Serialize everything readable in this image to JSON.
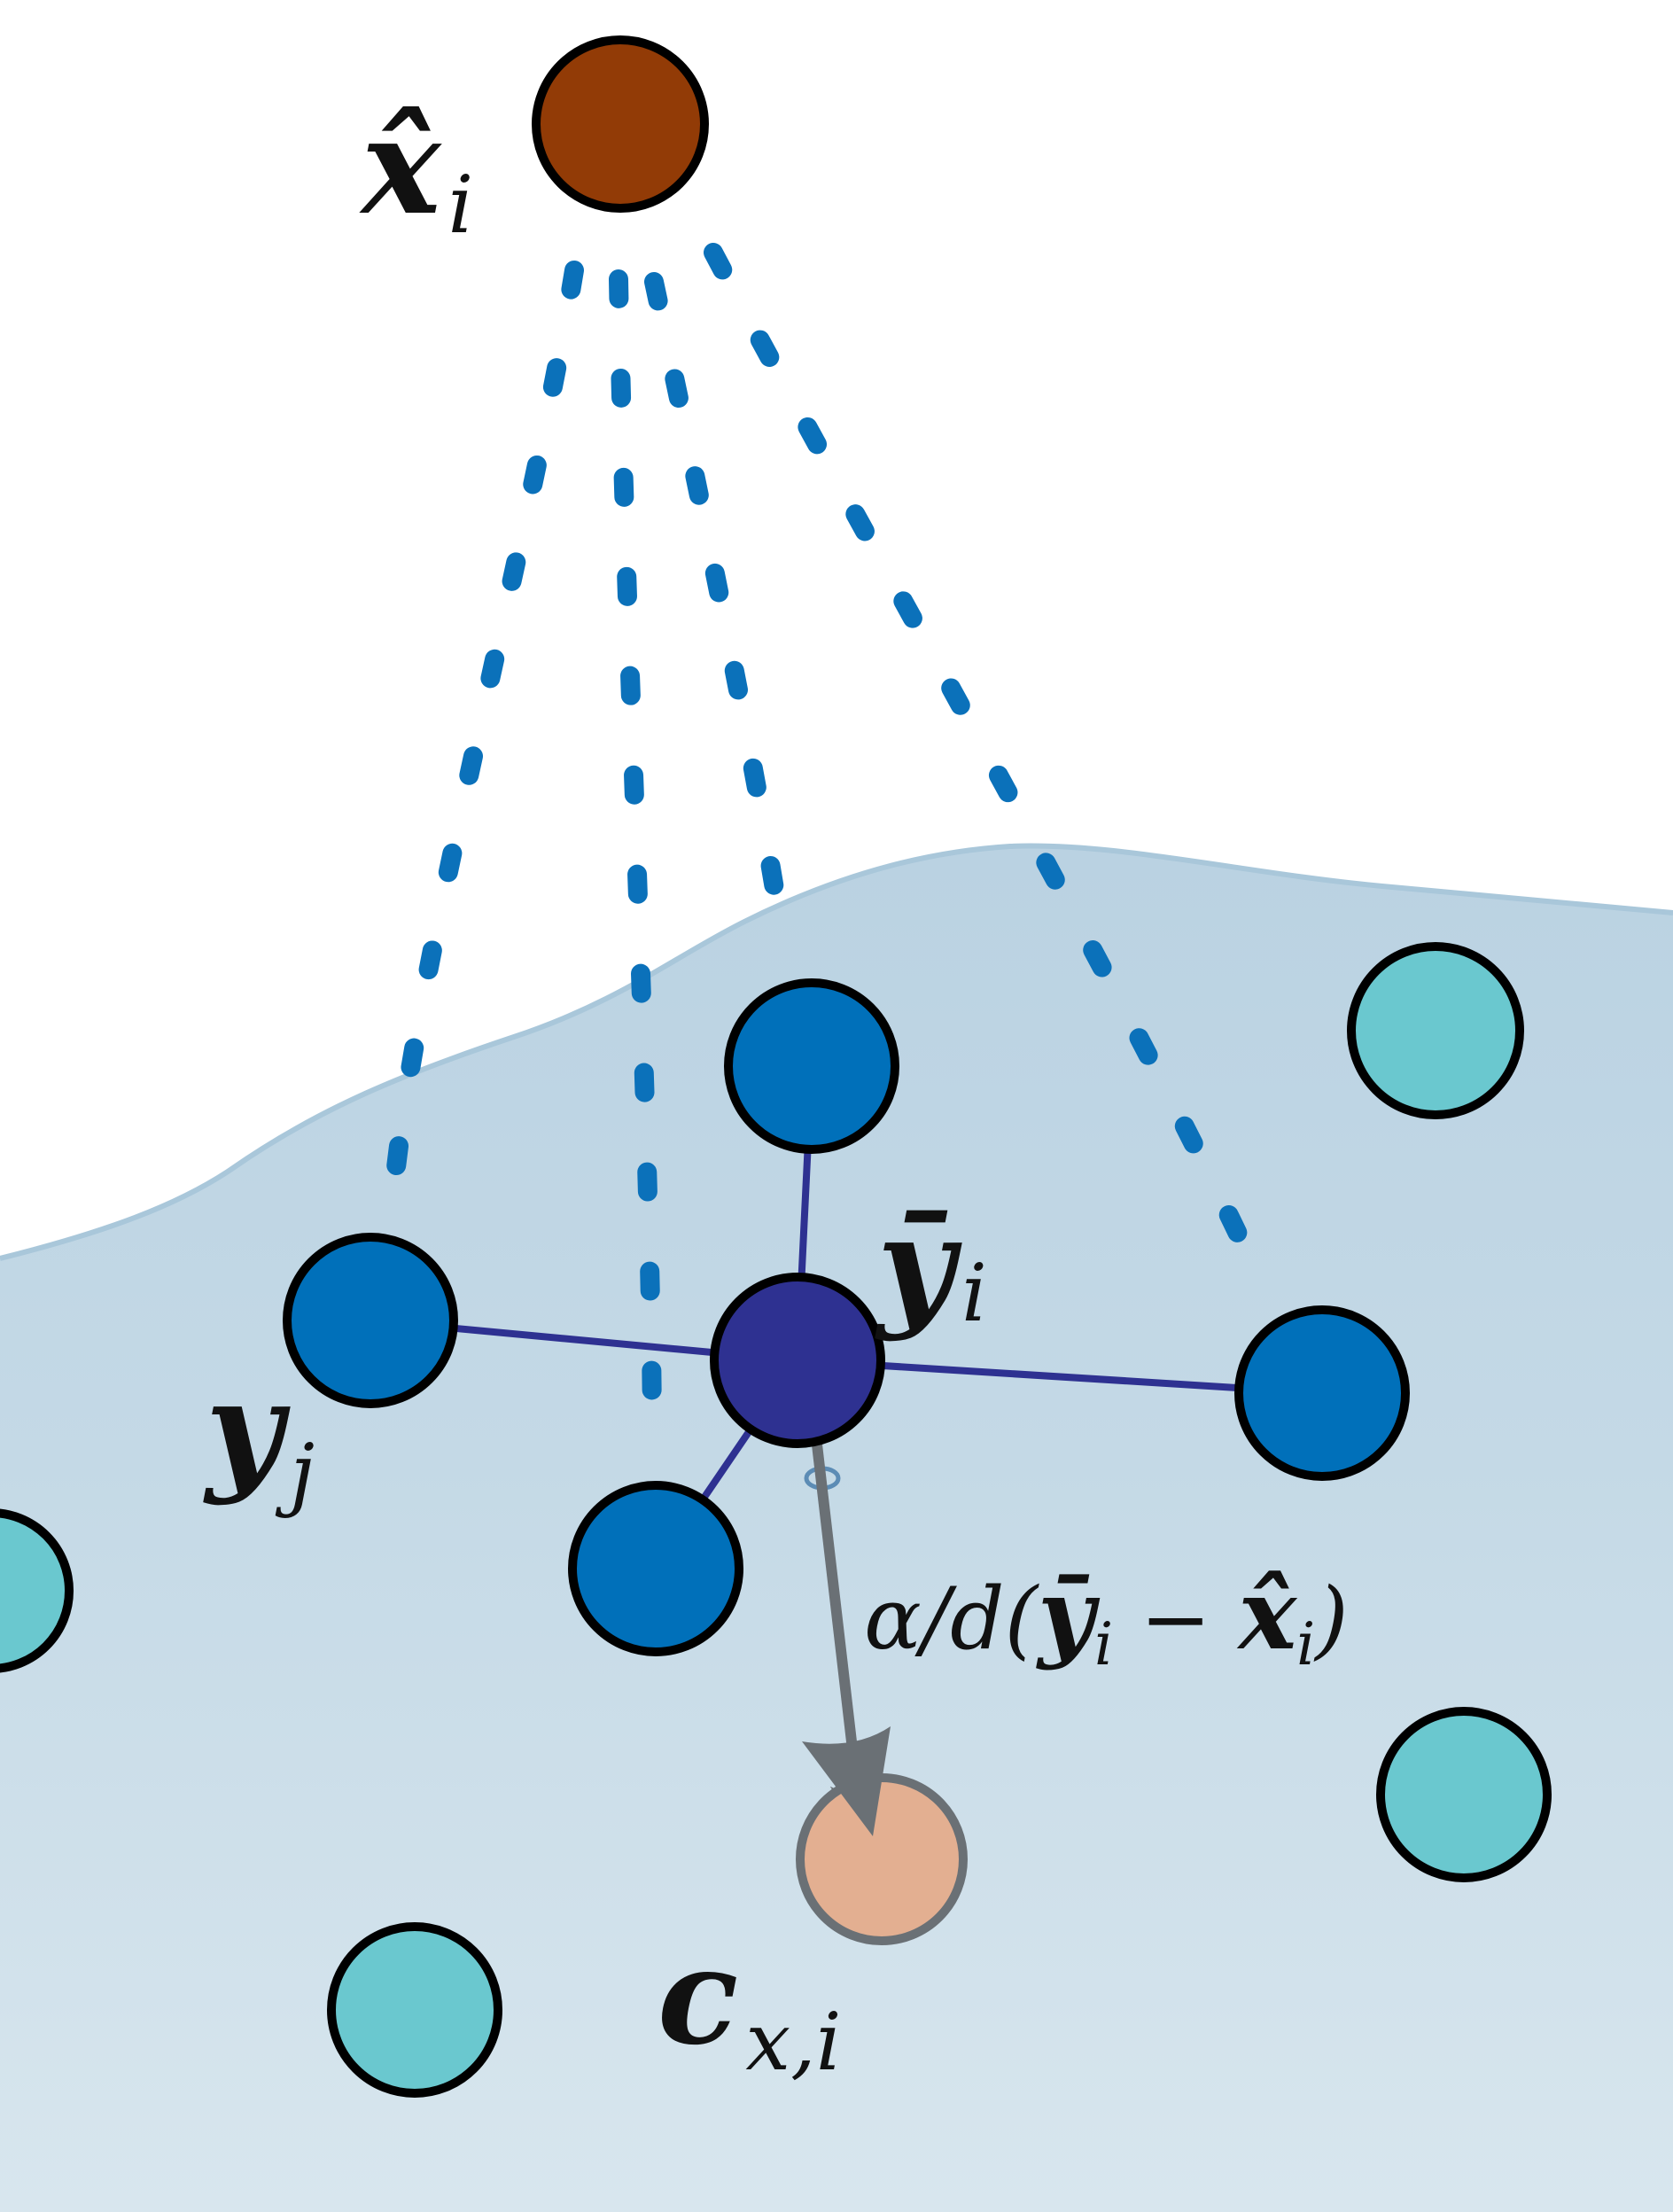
{
  "labels": {
    "x_hat": {
      "main": "x̂",
      "sub": "i"
    },
    "y_bar": {
      "main": "ȳ",
      "sub": "i"
    },
    "y_j": {
      "main": "y",
      "sub": "j"
    },
    "c_x": {
      "main": "c",
      "sub": "x,i"
    },
    "update": {
      "prefix": "α/d(",
      "ybar": "ȳ",
      "ybar_sub": "i",
      "minus": " − ",
      "xhat": "x̂",
      "xhat_sub": "i",
      "suffix": ")"
    }
  },
  "colors": {
    "x_hat_node": "#923B06",
    "y_bar_node": "#2E3191",
    "neighbor_node": "#0070BA",
    "other_node": "#6AC8CF",
    "c_x_node": "#E3AF91",
    "dotted_line": "#0B71BA",
    "edge": "#2E3191",
    "update_arrow": "#6A7075",
    "manifold_top": "#BBD3E2",
    "manifold_bottom": "#D9E6EE"
  }
}
